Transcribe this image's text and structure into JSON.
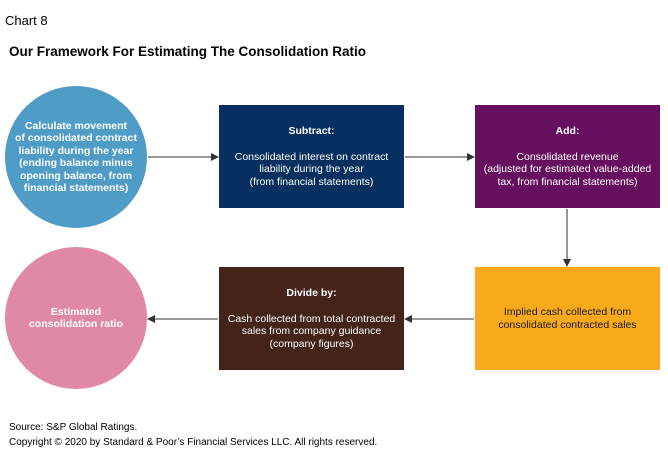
{
  "chart_label": "Chart 8",
  "title": "Our Framework For Estimating The Consolidation Ratio",
  "nodes": {
    "movement": {
      "heading": "",
      "body": "Calculate movement\nof consolidated contract\nliability during the year\n(ending balance minus\nopening  balance, from\nfinancial statements)",
      "color": "#4f9cc6"
    },
    "subtract": {
      "heading": "Subtract:",
      "body": "Consolidated interest on contract\nliability during the year\n(from financial statements)",
      "color": "#072f5f"
    },
    "add": {
      "heading": "Add:",
      "body": "Consolidated revenue\n(adjusted for estimated value-added\ntax, from financial statements)",
      "color": "#660f5e"
    },
    "implied": {
      "heading": "",
      "body": "Implied cash collected from\nconsolidated contracted sales",
      "color": "#f8aa1c"
    },
    "divide": {
      "heading": "Divide by:",
      "body": "Cash collected from total contracted\nsales from company guidance\n(company figures)",
      "color": "#43231a"
    },
    "ratio": {
      "heading": "",
      "body": "Estimated\nconsolidation ratio",
      "color": "#e089a6"
    }
  },
  "footer": {
    "source": "Source: S&P Global Ratings.",
    "copyright": "Copyright © 2020 by Standard & Poor’s Financial Services LLC. All rights reserved."
  }
}
